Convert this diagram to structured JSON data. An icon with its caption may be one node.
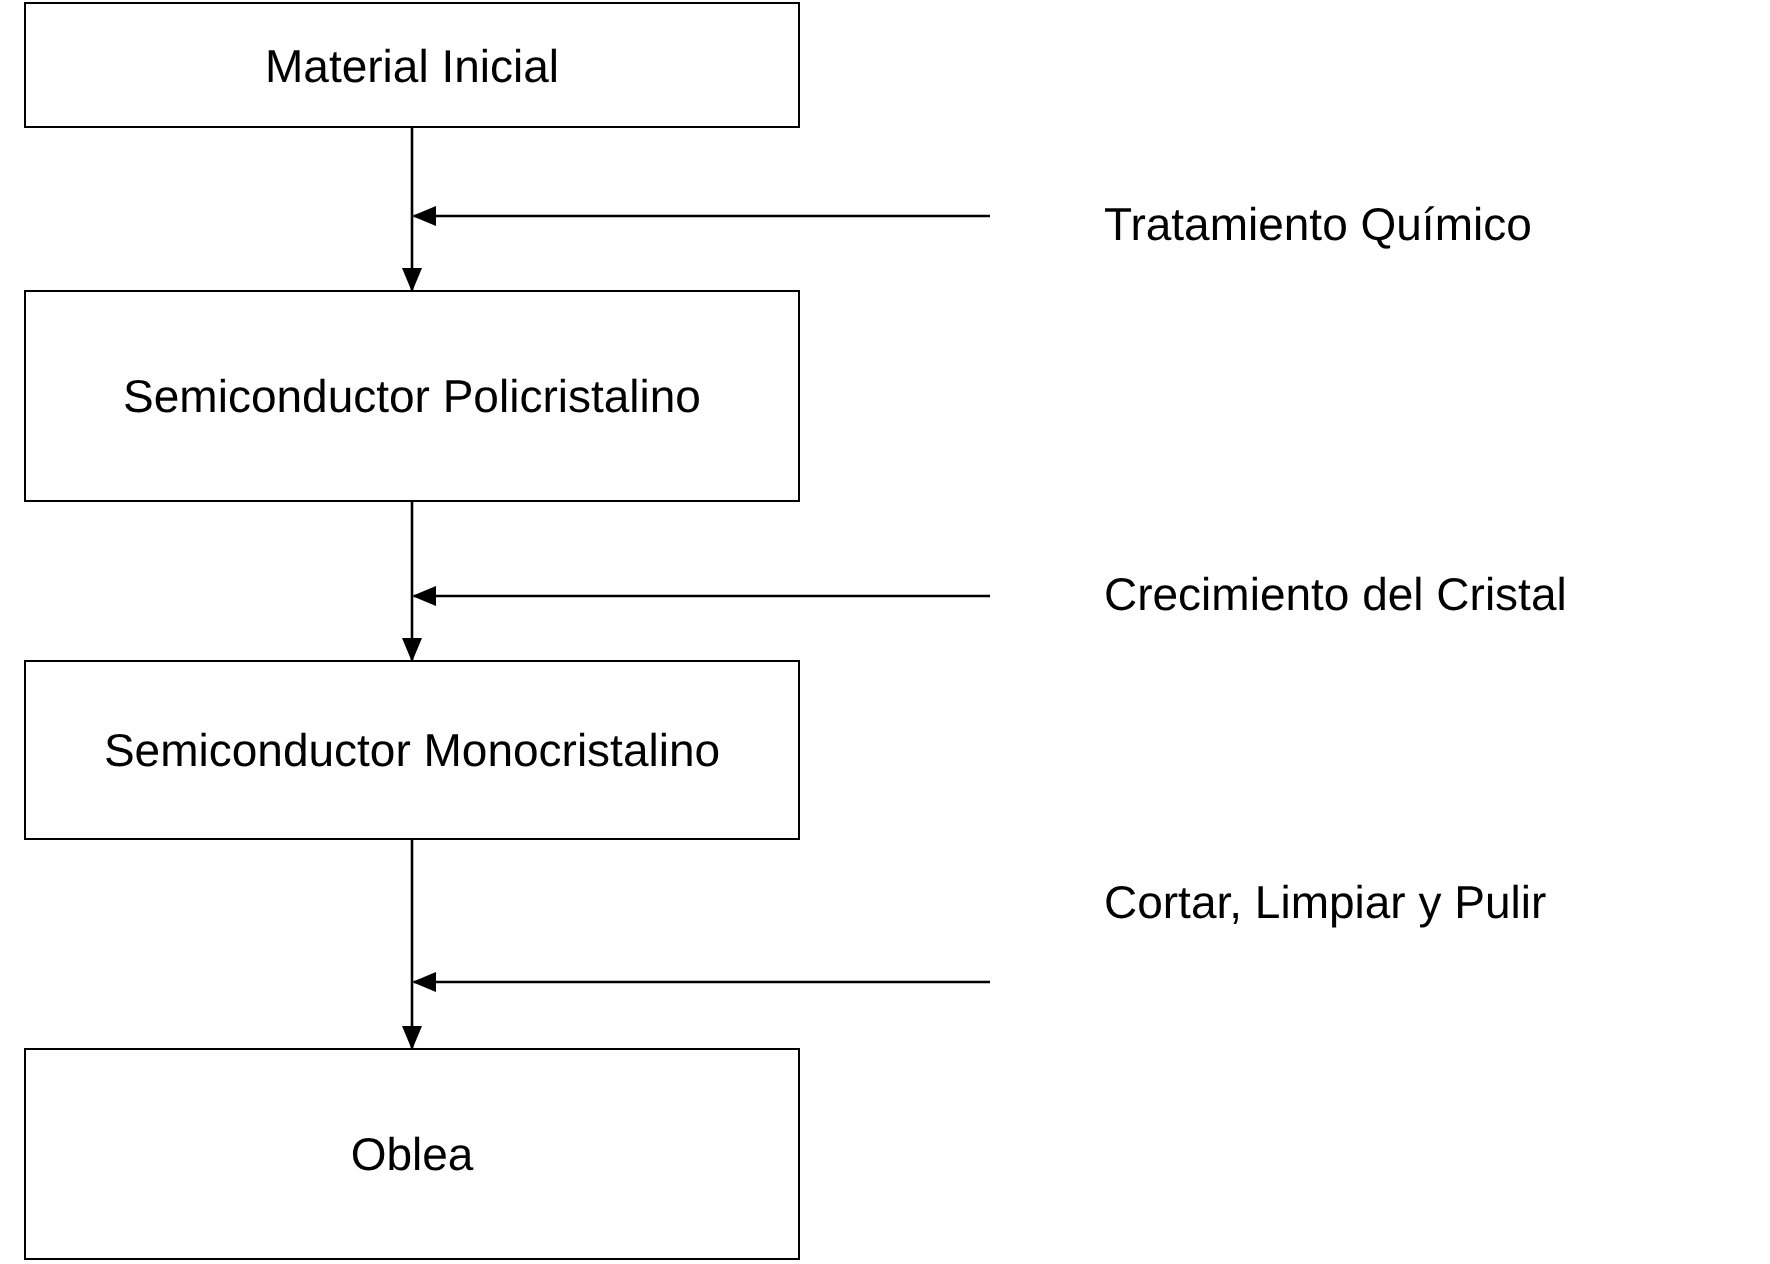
{
  "diagram": {
    "nodes": [
      {
        "text": [
          "Material Inicial"
        ]
      },
      {
        "text": [
          "Semiconductor Policristalino"
        ]
      },
      {
        "text": [
          "Semiconductor Monocristalino"
        ]
      },
      {
        "text": [
          "Oblea"
        ]
      },
      {
        "text": [
          "Tratamiento Químico"
        ]
      },
      {
        "text": [
          "Crecimiento del Cristal"
        ]
      },
      {
        "text": [
          "Cortar, Limpiar y Pulir"
        ]
      }
    ],
    "edges": [
      {
        "from": 0,
        "to": 1,
        "arrow": "to"
      },
      {
        "from": 1,
        "to": 2,
        "arrow": "to"
      },
      {
        "from": 2,
        "to": 3,
        "arrow": "to"
      },
      {
        "from": 4,
        "to": null,
        "arrow": "to"
      },
      {
        "from": 5,
        "to": null,
        "arrow": "to"
      },
      {
        "from": 6,
        "to": null,
        "arrow": "to"
      }
    ]
  }
}
